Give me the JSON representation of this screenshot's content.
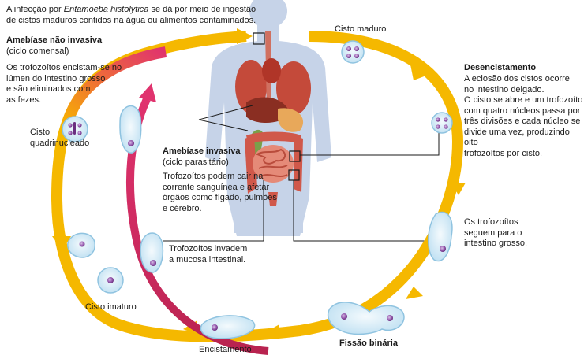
{
  "intro": {
    "line1_a": "A infecção por ",
    "line1_italic": "Entamoeba histolytica",
    "line1_b": " se dá por meio de ingestão",
    "line2": "de cistos maduros contidos na água ou alimentos contaminados."
  },
  "non_invasive": {
    "title": "Amebíase não invasiva",
    "subtitle": "(ciclo comensal)",
    "body": [
      "Os trofozoítos encistam-se no",
      "lúmen do intestino grosso",
      "e são eliminados com",
      "as fezes."
    ]
  },
  "invasive": {
    "title": "Amebíase invasiva",
    "subtitle": "(ciclo parasitário)",
    "body": [
      "Trofozoítos podem cair na",
      "corrente sanguínea e afetar",
      "órgãos como fígado, pulmões",
      "e cérebro."
    ]
  },
  "mucosa": [
    "Trofozoítos invadem",
    "a mucosa intestinal."
  ],
  "excystation": {
    "title": "Desencistamento",
    "body": [
      "A eclosão dos cistos ocorre",
      "no intestino delgado.",
      "O cisto se abre e um trofozoíto",
      "com quatro núcleos passa por",
      "três divisões e cada núcleo se",
      "divide uma vez, produzindo oito",
      "trofozoítos por cisto."
    ]
  },
  "to_large_intestine": [
    "Os trofozoítos",
    "seguem para o",
    "intestino grosso."
  ],
  "labels": {
    "mature_cyst": "Cisto maduro",
    "quadrinucleate_cyst": [
      "Cisto",
      "quadrinucleado"
    ],
    "immature_cyst": "Cisto imaturo",
    "encystation": "Encistamento",
    "binary_fission": "Fissão binária"
  },
  "colors": {
    "cycle_arrow": "#f5b800",
    "invasive_arrow": "#e0336e",
    "cell_fill": "#d8ecf7",
    "cell_edge": "#8fc3e0",
    "nucleus": "#7a3c8c",
    "body_silhouette": "#c6d3e8"
  }
}
